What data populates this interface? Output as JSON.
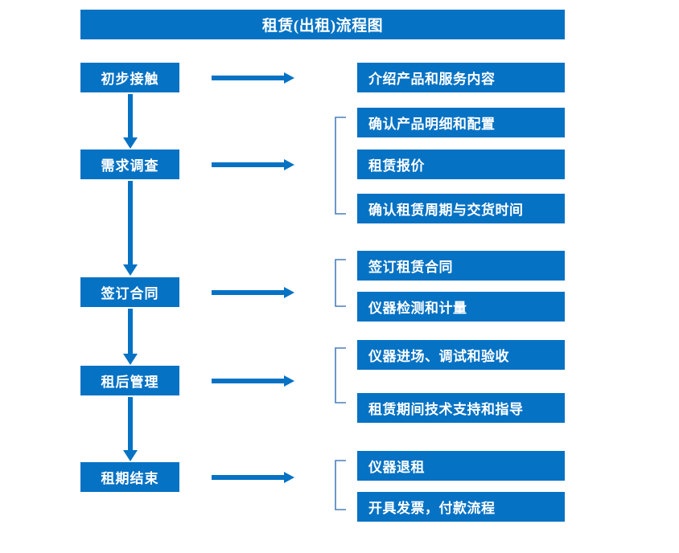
{
  "title": "租赁(出租)流程图",
  "colors": {
    "box_fill": "#0672C4",
    "box_text": "#FFFFFF",
    "arrow": "#0672C4",
    "bracket": "#4A7EBB",
    "background": "#FFFFFF"
  },
  "stages": [
    {
      "label": "初步接触"
    },
    {
      "label": "需求调查"
    },
    {
      "label": "签订合同"
    },
    {
      "label": "租后管理"
    },
    {
      "label": "租期结束"
    }
  ],
  "details": [
    {
      "label": "介绍产品和服务内容"
    },
    {
      "label": "确认产品明细和配置"
    },
    {
      "label": "租赁报价"
    },
    {
      "label": "确认租赁周期与交货时间"
    },
    {
      "label": "签订租赁合同"
    },
    {
      "label": "仪器检测和计量"
    },
    {
      "label": "仪器进场、调试和验收"
    },
    {
      "label": "租赁期间技术支持和指导"
    },
    {
      "label": "仪器退租"
    },
    {
      "label": "开具发票，付款流程"
    }
  ]
}
